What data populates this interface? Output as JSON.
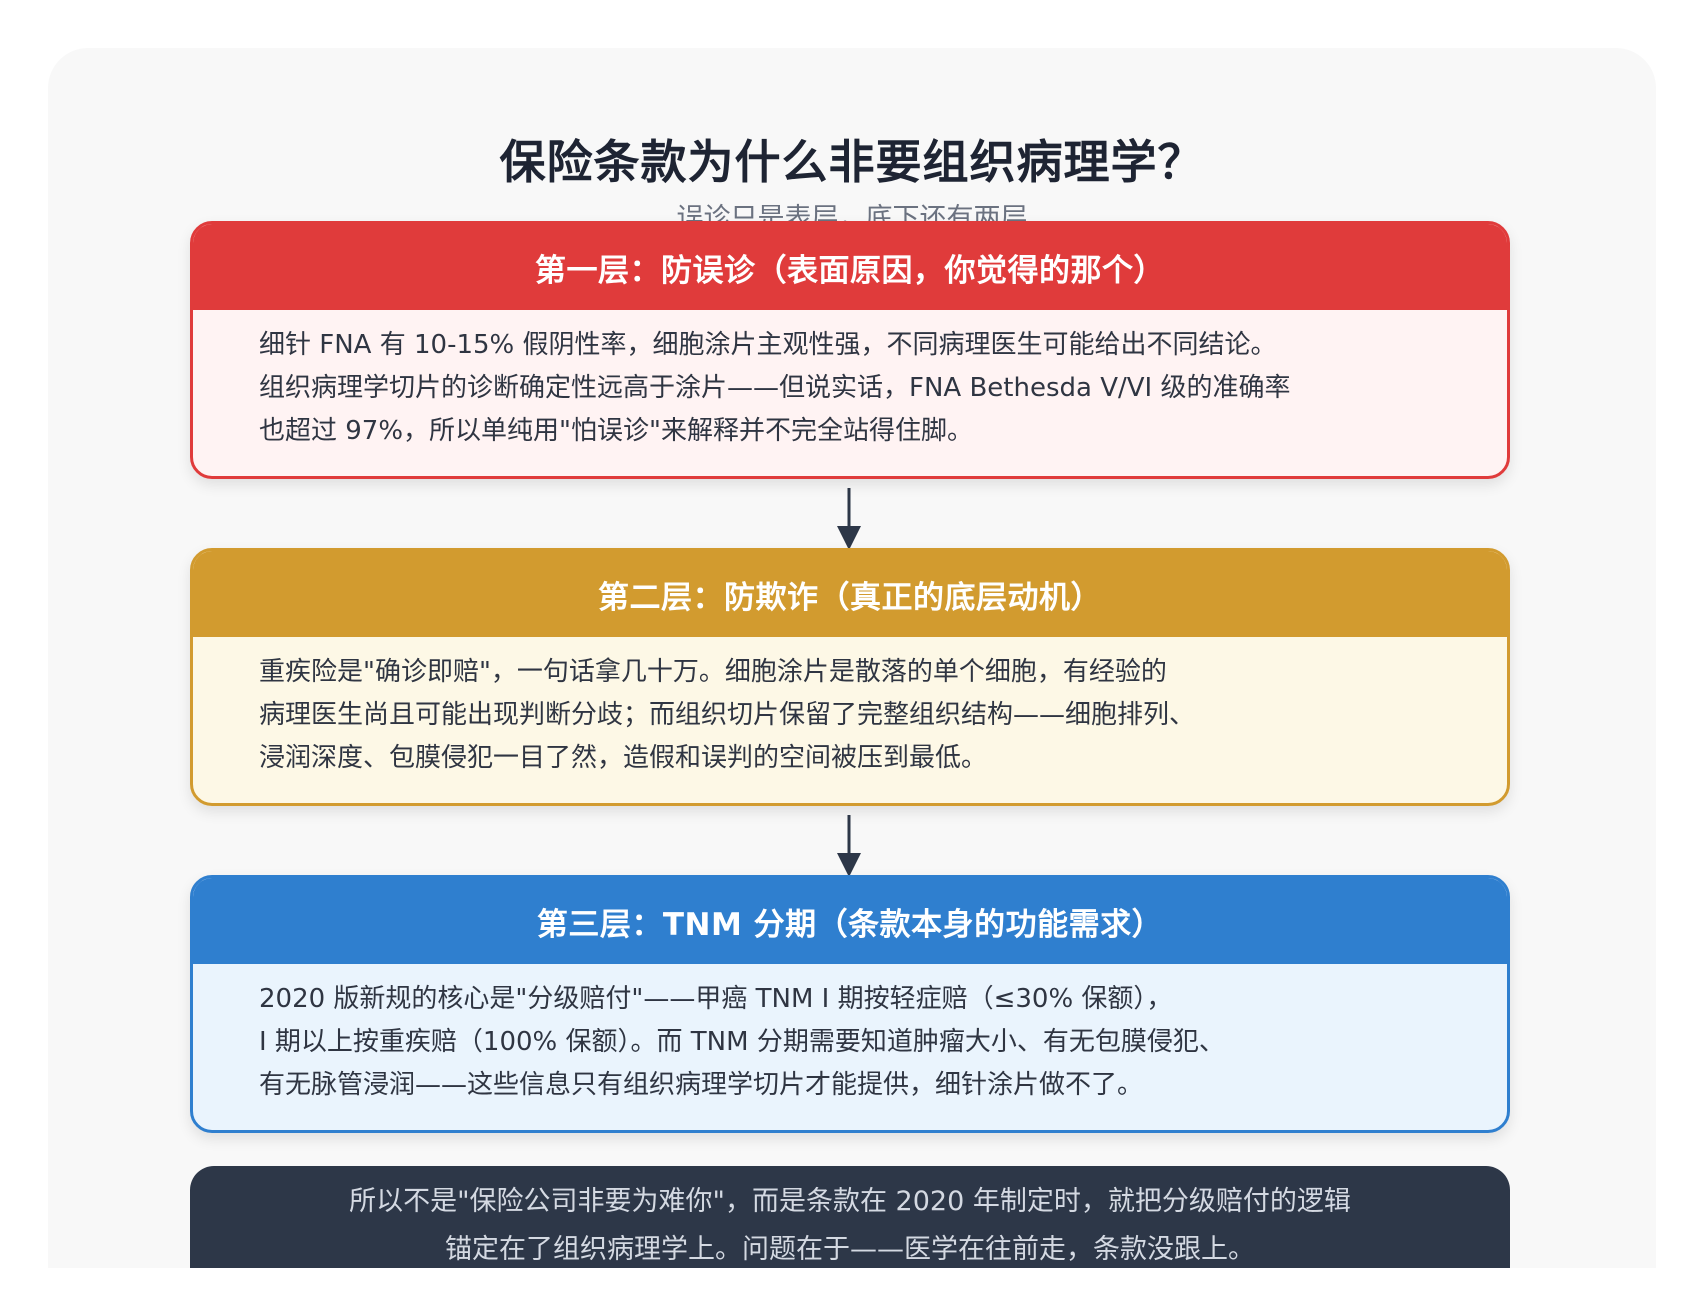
{
  "title": "保险条款为什么非要组织病理学？",
  "subtitle": "误诊只是表层，底下还有两层",
  "layers": [
    {
      "heading": "第一层：防误诊（表面原因，你觉得的那个）",
      "lines": [
        "细针 FNA 有 10-15% 假阴性率，细胞涂片主观性强，不同病理医生可能给出不同结论。",
        "组织病理学切片的诊断确定性远高于涂片——但说实话，FNA Bethesda V/VI 级的准确率",
        "也超过 97%，所以单纯用\"怕误诊\"来解释并不完全站得住脚。"
      ],
      "color": "#e03b3b"
    },
    {
      "heading": "第二层：防欺诈（真正的底层动机）",
      "lines": [
        "重疾险是\"确诊即赔\"，一句话拿几十万。细胞涂片是散落的单个细胞，有经验的",
        "病理医生尚且可能出现判断分歧；而组织切片保留了完整组织结构——细胞排列、",
        "浸润深度、包膜侵犯一目了然，造假和误判的空间被压到最低。"
      ],
      "color": "#d29b2f"
    },
    {
      "heading": "第三层：TNM 分期（条款本身的功能需求）",
      "lines": [
        "2020 版新规的核心是\"分级赔付\"——甲癌 TNM I 期按轻症赔（≤30% 保额），",
        "I 期以上按重疾赔（100% 保额）。而 TNM 分期需要知道肿瘤大小、有无包膜侵犯、",
        "有无脉管浸润——这些信息只有组织病理学切片才能提供，细针涂片做不了。"
      ],
      "color": "#2f7fcf"
    }
  ],
  "conclusion": {
    "lines": [
      "所以不是\"保险公司非要为难你\"，而是条款在 2020 年制定时，就把分级赔付的逻辑",
      "锚定在了组织病理学上。问题在于——医学在往前走，条款没跟上。"
    ]
  }
}
